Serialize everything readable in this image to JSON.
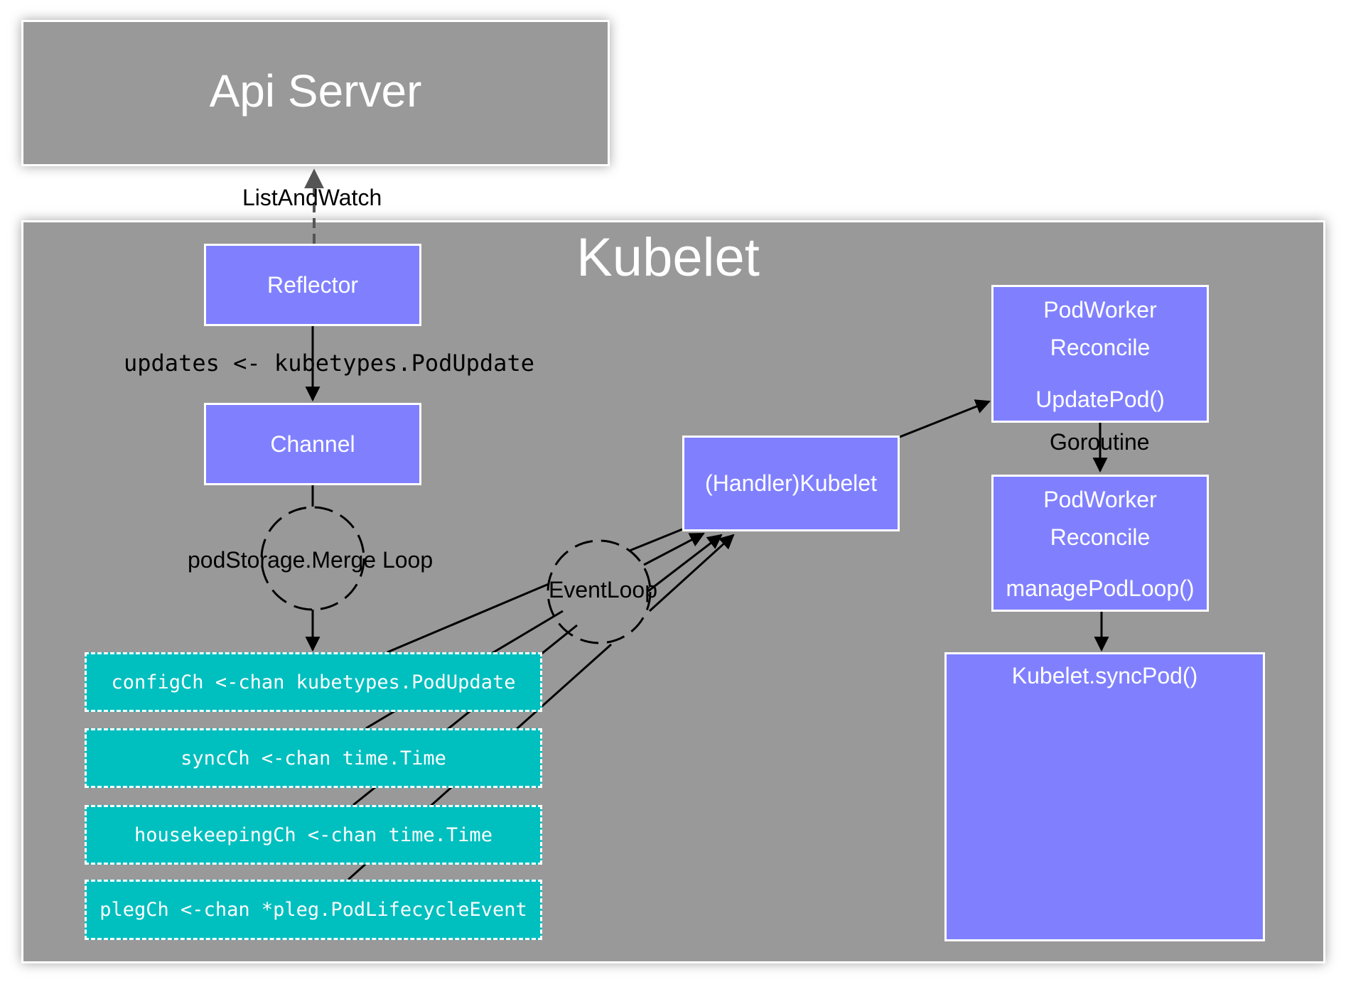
{
  "api_server": {
    "title": "Api Server"
  },
  "kubelet": {
    "title": "Kubelet"
  },
  "edges": {
    "list_and_watch": "ListAndWatch",
    "updates": "updates <- kubetypes.PodUpdate",
    "merge_loop": "podStorage.Merge Loop",
    "event_loop": "EventLoop",
    "goroutine": "Goroutine"
  },
  "nodes": {
    "reflector": "Reflector",
    "channel": "Channel",
    "handler": "(Handler)Kubelet",
    "podworker_update": {
      "line1": "PodWorker",
      "line2": "Reconcile",
      "line3": "UpdatePod()"
    },
    "podworker_manage": {
      "line1": "PodWorker",
      "line2": "Reconcile",
      "line3": "managePodLoop()"
    },
    "sync_pod": "Kubelet.syncPod()"
  },
  "channels": [
    {
      "label": "configCh <-chan kubetypes.PodUpdate"
    },
    {
      "label": "syncCh <-chan time.Time"
    },
    {
      "label": "housekeepingCh <-chan time.Time"
    },
    {
      "label": "plegCh <-chan *pleg.PodLifecycleEvent"
    }
  ],
  "colors": {
    "panel": "#999999",
    "node": "#8080ff",
    "channel": "#00bfbf",
    "text_light": "#ffffff",
    "text_dark": "#000000"
  }
}
